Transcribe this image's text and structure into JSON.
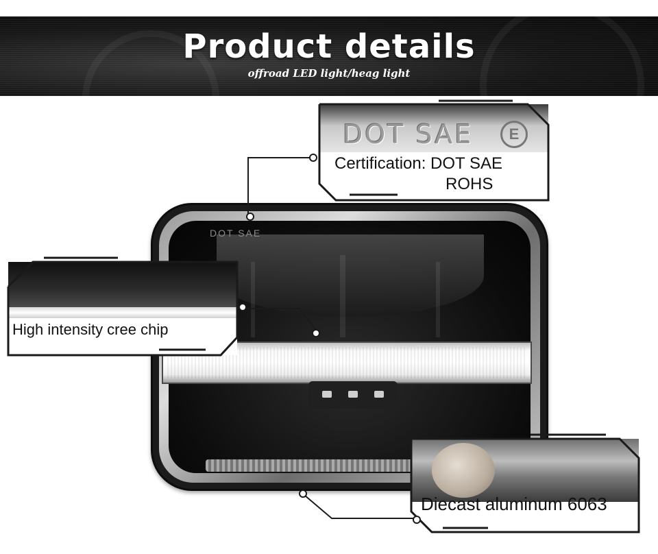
{
  "banner": {
    "title": "Product details",
    "subtitle": "offroad LED light/heag light"
  },
  "lamp": {
    "lens_mark": "DOT SAE"
  },
  "callouts": {
    "certification": {
      "emboss": "DOT SAE",
      "emblem": "E",
      "line1": "Certification: DOT SAE",
      "line2": "ROHS"
    },
    "chip": {
      "label": "High intensity cree chip"
    },
    "aluminum": {
      "label": "Diecast aluminum 6063"
    }
  }
}
